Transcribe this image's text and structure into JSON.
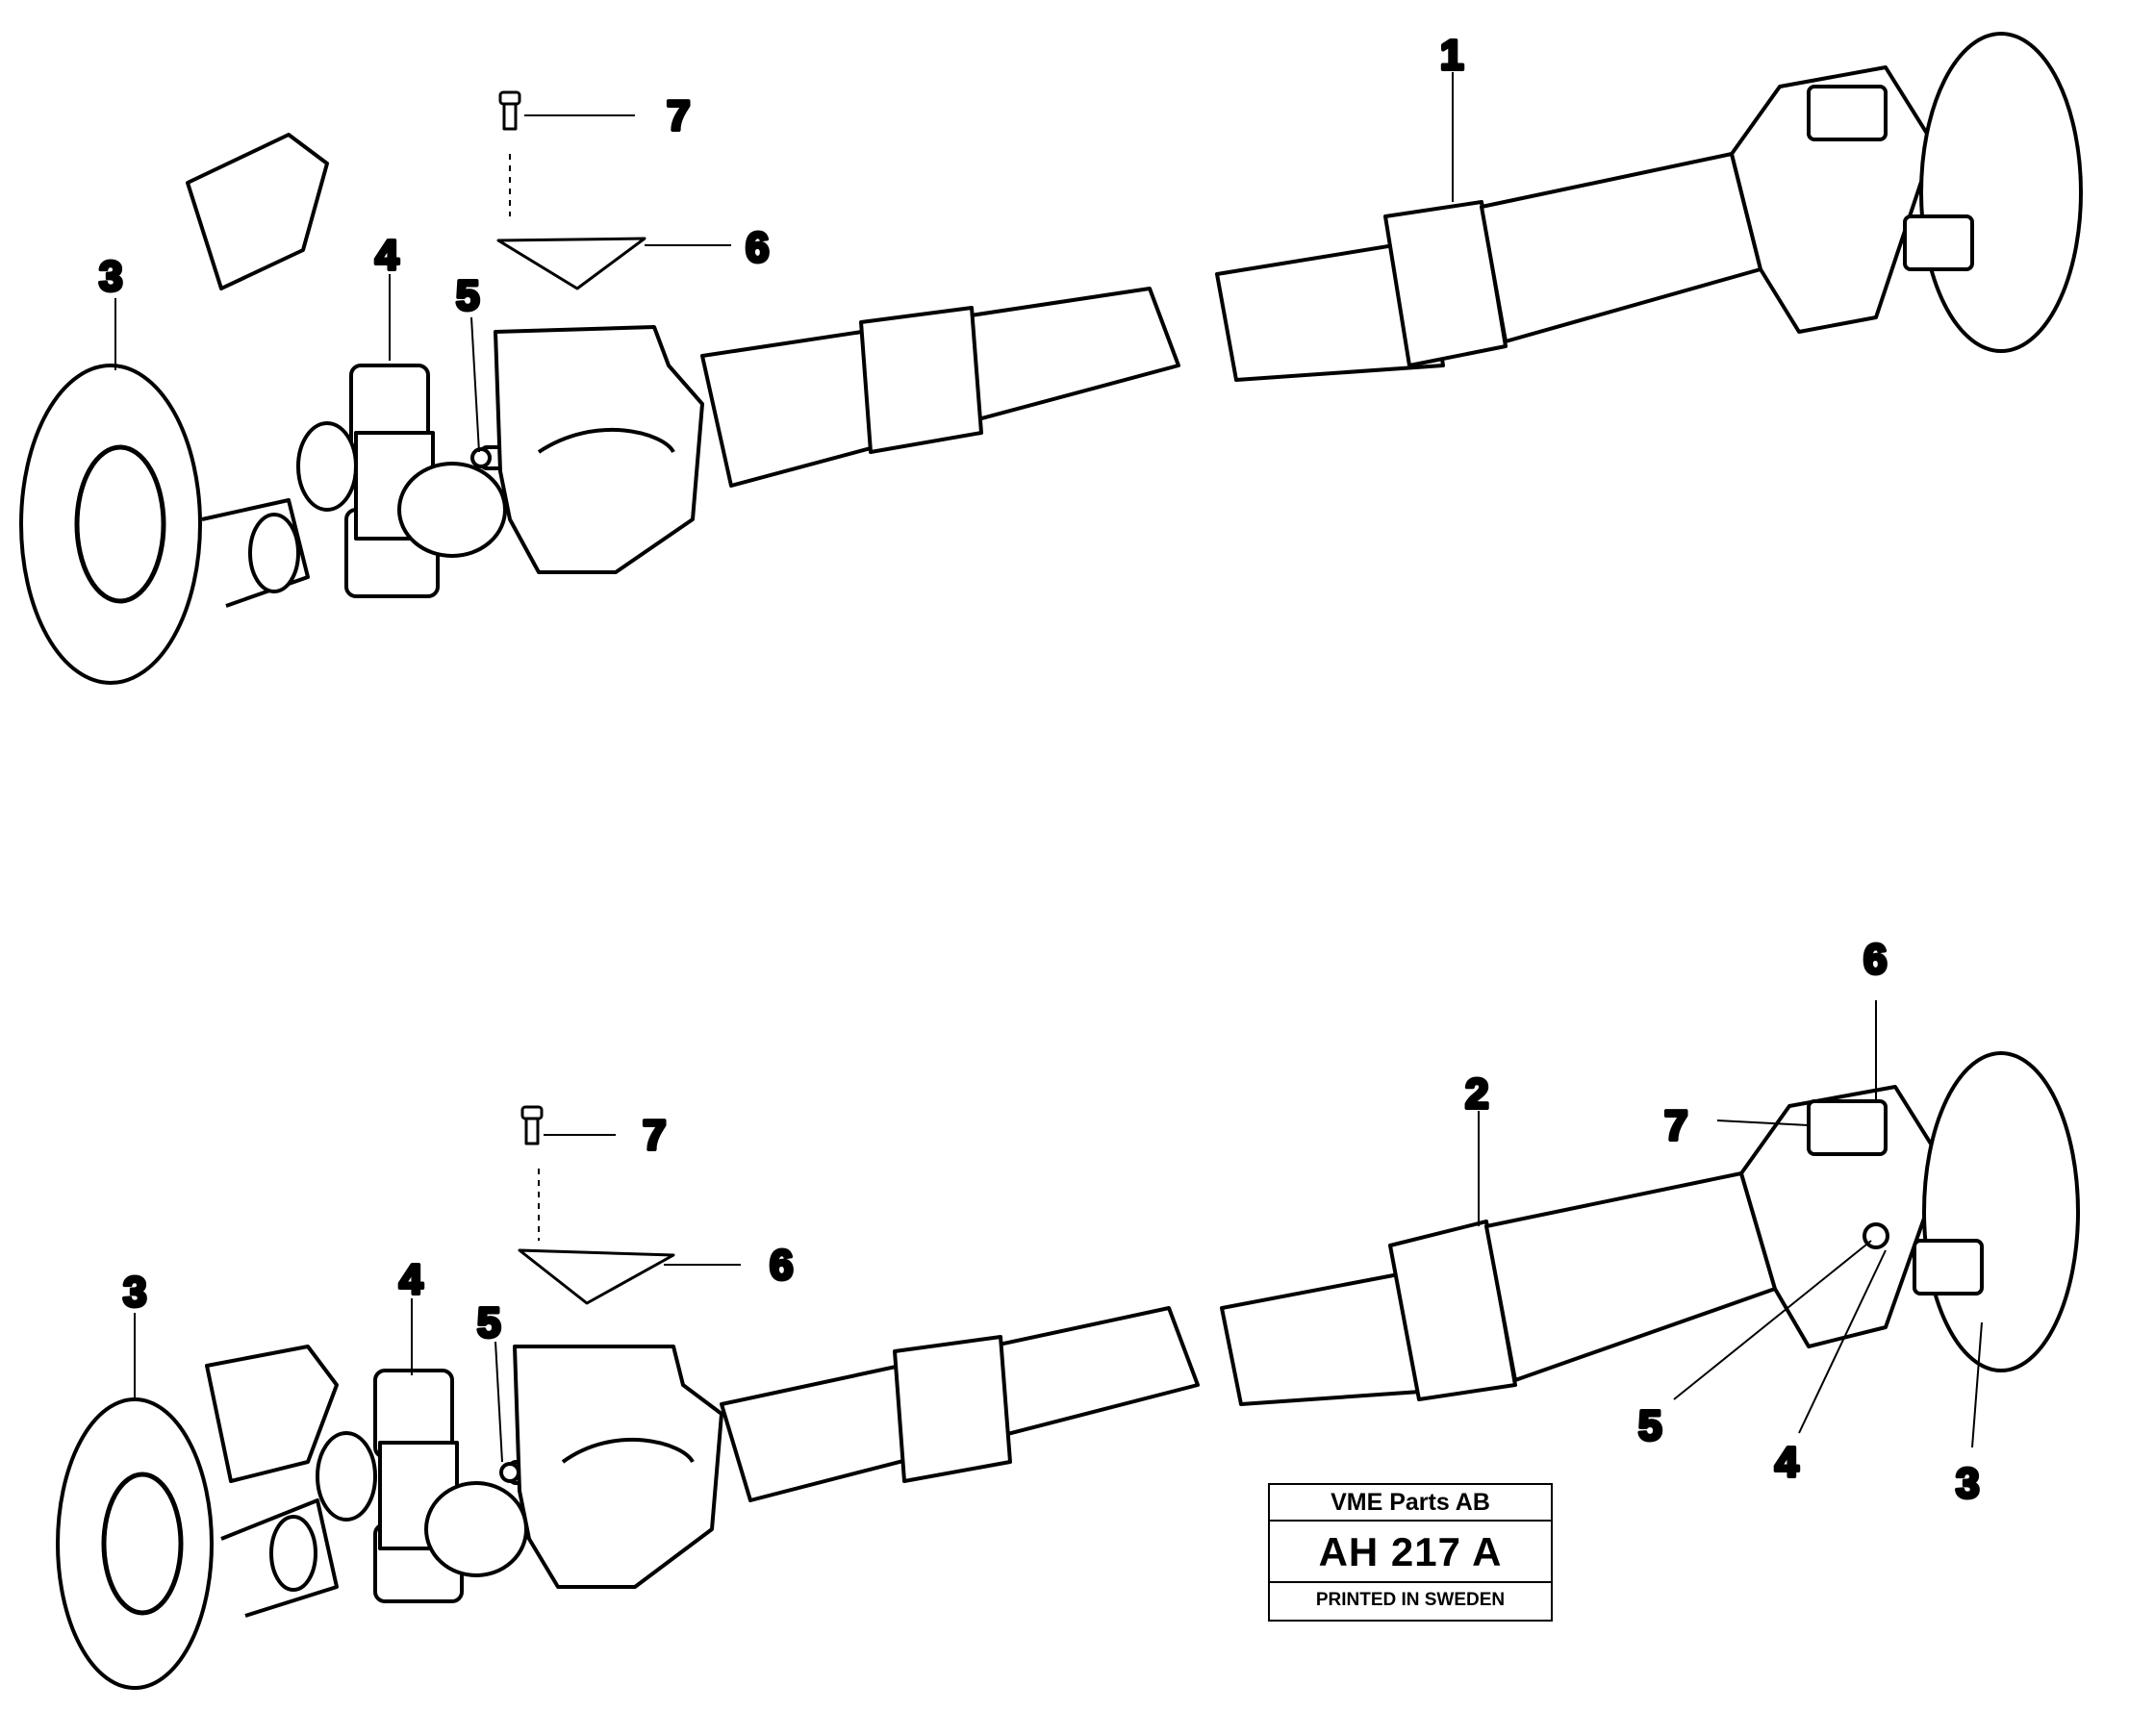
{
  "diagram": {
    "top_assembly": {
      "callouts": {
        "c1": "1",
        "c3": "3",
        "c4": "4",
        "c5": "5",
        "c6": "6",
        "c7": "7"
      }
    },
    "bottom_assembly": {
      "callouts": {
        "c2": "2",
        "c3_left": "3",
        "c4_left": "4",
        "c5_left": "5",
        "c6_left": "6",
        "c7_left": "7",
        "c6_right": "6",
        "c7_right": "7",
        "c5_right": "5",
        "c4_right": "4",
        "c3_right": "3"
      }
    }
  },
  "title_block": {
    "company": "VME Parts AB",
    "drawing_number": "AH 217 A",
    "printed": "PRINTED IN SWEDEN"
  }
}
